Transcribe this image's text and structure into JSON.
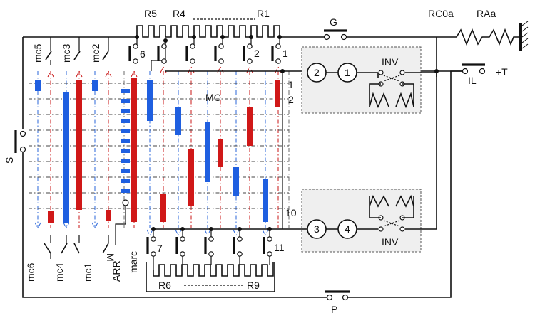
{
  "labels": {
    "r5": "R5",
    "r4": "R4",
    "r1": "R1",
    "g": "G",
    "rc0a": "RC0a",
    "raa": "RAa",
    "mc5": "mc5",
    "mc3": "mc3",
    "mc2": "mc2",
    "c6": "6",
    "c2": "2",
    "c1": "1",
    "inv_top": "INV",
    "inv_bottom": "INV",
    "m2": "2",
    "m1": "1",
    "m3": "3",
    "m4": "4",
    "il": "IL",
    "plus_t": "+T",
    "mc": "MC",
    "row1": "1",
    "row2": "2",
    "row10": "10",
    "s": "S",
    "mc6": "mc6",
    "mc4": "mc4",
    "mc1": "mc1",
    "arr": "ARR",
    "marc": "marc",
    "m_rot": "M",
    "c7": "7",
    "c11": "11",
    "r6": "R6",
    "r9": "R9",
    "p": "P"
  },
  "colors": {
    "blue": "#1f5fe0",
    "red": "#d01818",
    "black": "#111111",
    "panel": "#efefef"
  }
}
